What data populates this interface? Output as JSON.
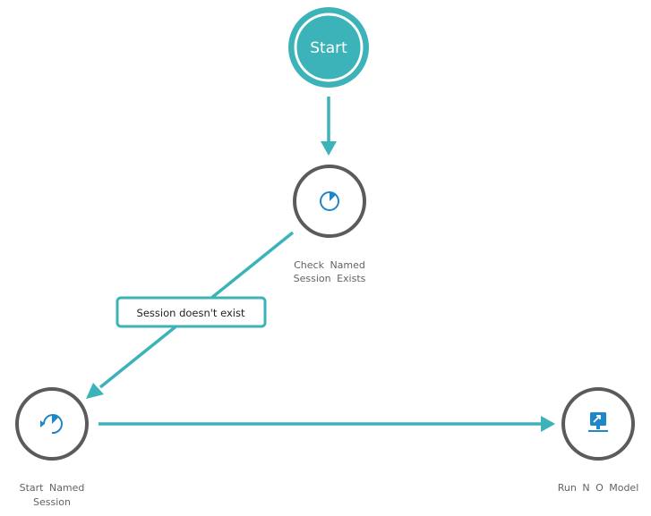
{
  "colors": {
    "accent": "#3BB3B8",
    "node_border": "#5B5B5B",
    "icon_blue": "#1F86C8",
    "label_text": "#5F6368"
  },
  "nodes": {
    "start": {
      "label": "Start"
    },
    "check_named_session": {
      "label_line1": "Check  Named",
      "label_line2": "Session  Exists",
      "icon": "timer-icon"
    },
    "start_named_session": {
      "label_line1": "Start  Named",
      "label_line2": "Session",
      "icon": "timer-start-icon"
    },
    "run_no_model": {
      "label_line1": "Run  N O  Model",
      "icon": "model-run-icon"
    }
  },
  "edges": {
    "session_doesnt_exist": {
      "label": "Session doesn't exist"
    }
  }
}
